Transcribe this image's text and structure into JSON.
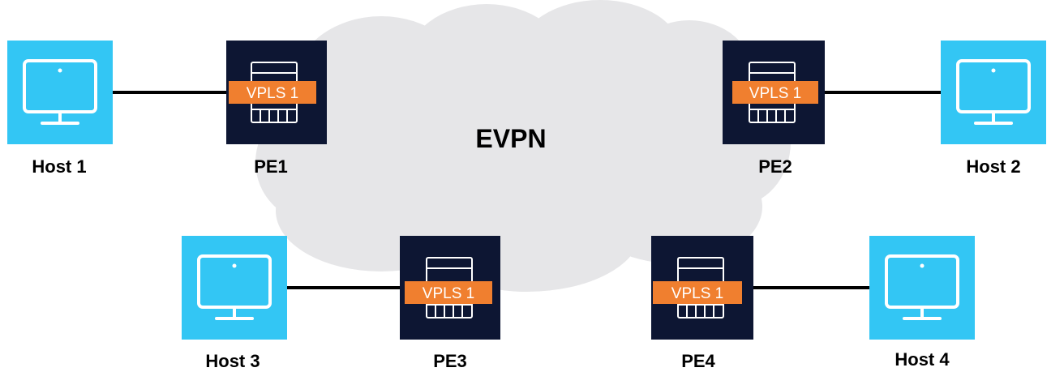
{
  "cloud": {
    "label": "EVPN"
  },
  "colors": {
    "cloud_fill": "#e6e6e8",
    "host_fill": "#33c6f4",
    "pe_fill": "#0d1633",
    "vpls_fill": "#f07f2f",
    "link_stroke": "#000000",
    "icon_stroke": "#ffffff"
  },
  "hosts": [
    {
      "id": "host1",
      "label": "Host 1",
      "icon": "monitor-icon"
    },
    {
      "id": "host2",
      "label": "Host 2",
      "icon": "monitor-icon"
    },
    {
      "id": "host3",
      "label": "Host 3",
      "icon": "monitor-icon"
    },
    {
      "id": "host4",
      "label": "Host 4",
      "icon": "monitor-icon"
    }
  ],
  "pes": [
    {
      "id": "pe1",
      "label": "PE1",
      "badge": "VPLS 1",
      "icon": "router-icon"
    },
    {
      "id": "pe2",
      "label": "PE2",
      "badge": "VPLS 1",
      "icon": "router-icon"
    },
    {
      "id": "pe3",
      "label": "PE3",
      "badge": "VPLS 1",
      "icon": "router-icon"
    },
    {
      "id": "pe4",
      "label": "PE4",
      "badge": "VPLS 1",
      "icon": "router-icon"
    }
  ],
  "links": [
    {
      "from": "host1",
      "to": "pe1"
    },
    {
      "from": "pe2",
      "to": "host2"
    },
    {
      "from": "host3",
      "to": "pe3"
    },
    {
      "from": "pe4",
      "to": "host4"
    }
  ]
}
